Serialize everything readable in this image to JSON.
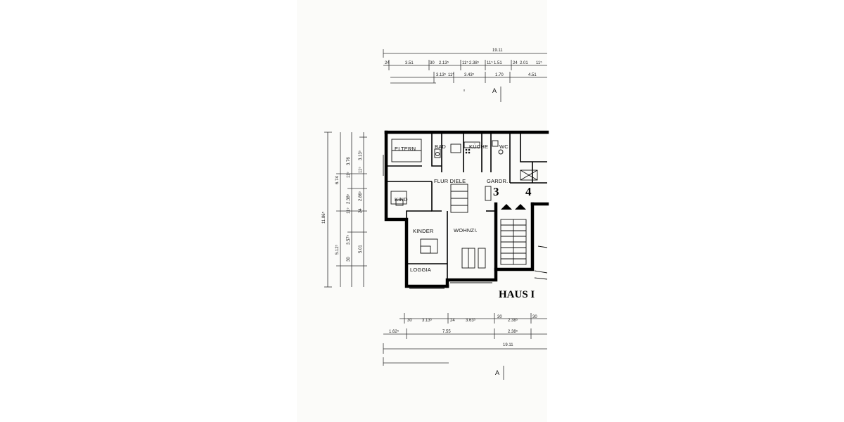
{
  "plan": {
    "top_dims_row1": {
      "total": "19.11",
      "a": "24",
      "b": "3.51",
      "c": "30",
      "d": "2.13⁵",
      "e": "11⁵",
      "f": "2.38⁵",
      "g": "11⁵",
      "h": "1.51",
      "i": "24",
      "j": "2.01",
      "k": "11⁵"
    },
    "top_dims_row2": {
      "a": "3.13⁵",
      "b": "11⁵",
      "c": "3.43⁵",
      "d": "1.70",
      "e": "4.51"
    },
    "left_dims": {
      "total": "11.86⁵",
      "a": "6.74",
      "b": "5.12⁵",
      "c": "3.76",
      "d": "11⁵",
      "e": "2.38⁵",
      "f": "11⁵",
      "g": "3.57⁵",
      "h": "30",
      "i": "3.13⁵",
      "j": "11⁵",
      "k": "2.86⁵",
      "l": "24",
      "m": "5.01"
    },
    "bottom_dims_row1": {
      "a": "30",
      "b": "3.13⁵",
      "c": "24",
      "d": "3.63⁵",
      "e": "30",
      "f": "2.38⁵",
      "g": "30"
    },
    "bottom_dims_row2": {
      "a": "1.62⁵",
      "b": "7.55",
      "c": "2.38⁵"
    },
    "bottom_total": "19.11",
    "section_marker": "A",
    "rooms": {
      "eltern": "ELTERN",
      "bad": "BAD",
      "kueche": "KÜCHE",
      "wc": "WC",
      "flur_diele": "FLUR DIELE",
      "gardr": "GARDR.",
      "kind": "KIND",
      "kinder": "KINDER",
      "wohnzi": "WOHNZI.",
      "loggia": "LOGGIA"
    },
    "unit_3": "3",
    "unit_4": "4",
    "haus_label": "HAUS I"
  }
}
